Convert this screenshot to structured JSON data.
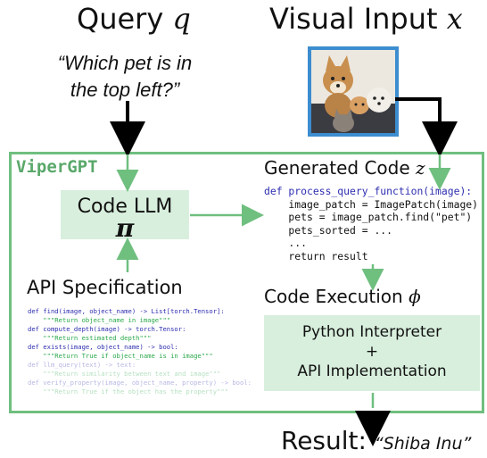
{
  "query": {
    "title": "Query",
    "symbol": "q",
    "text_line1": "“Which pet is in",
    "text_line2": "the top left?”"
  },
  "visual": {
    "title": "Visual Input",
    "symbol": "x"
  },
  "framework": {
    "name": "ViperGPT"
  },
  "code_llm": {
    "label": "Code LLM",
    "symbol": "π"
  },
  "api_spec": {
    "title": "API Specification",
    "lines": [
      "def find(image, object_name) -> List[torch.Tensor]:",
      "    \"\"\"Return object_name in image\"\"\"",
      "def compute_depth(image) -> torch.Tensor:",
      "    \"\"\"Return estimated depth\"\"\"",
      "def exists(image, object_name) -> bool:",
      "    \"\"\"Return True if object_name is in image\"\"\"",
      "def llm_query(text) -> text:",
      "    \"\"\"Return similarity between text and image\"\"\"",
      "def verify_property(image, object_name, property) -> bool:",
      "    \"\"\"Return True if the object has the property\"\"\""
    ]
  },
  "generated": {
    "title": "Generated Code",
    "symbol": "z",
    "lines": [
      "def process_query_function(image):",
      "    image_patch = ImagePatch(image)",
      "    pets = image_patch.find(\"pet\")",
      "    pets_sorted = ...",
      "    ...",
      "    return result"
    ]
  },
  "execution": {
    "title": "Code Execution",
    "symbol": "ϕ",
    "line1": "Python Interpreter",
    "plus": "+",
    "line2": "API Implementation"
  },
  "result": {
    "label": "Result:",
    "value": "“Shiba Inu”"
  },
  "colors": {
    "green": "#6fbf7f",
    "box_fill": "#d8efdd",
    "blue": "#3c8dcf",
    "code_blue": "#2d2db0",
    "code_green": "#2aa84a"
  }
}
